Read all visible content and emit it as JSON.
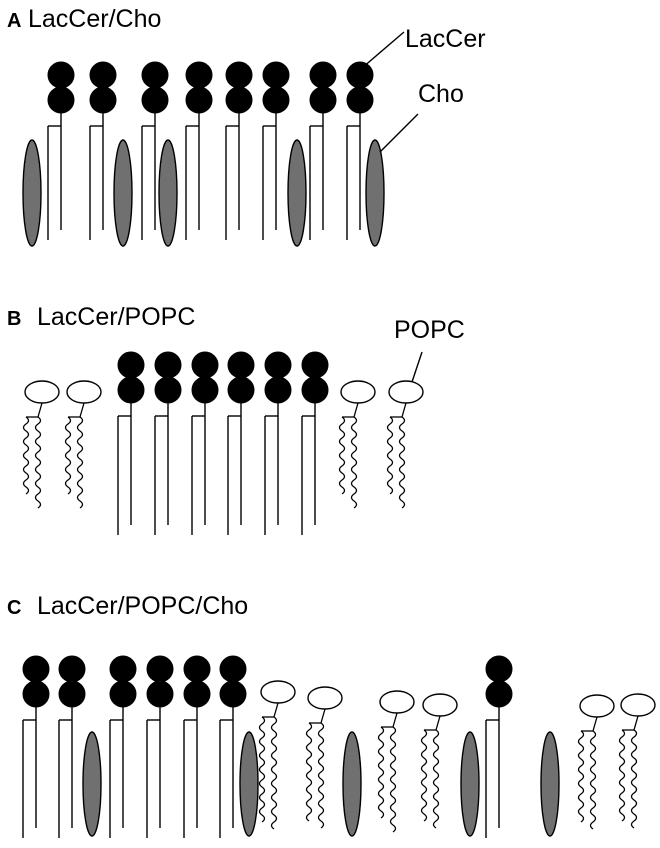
{
  "colors": {
    "lacCerHead": "#000000",
    "cholesterol": "#707070",
    "popcHead": "#ffffff",
    "stroke": "#000000"
  },
  "panels": [
    {
      "letter": "A",
      "title": "LacCer/Cho",
      "components": [
        {
          "type": "cho"
        },
        {
          "type": "laccer"
        },
        {
          "type": "laccer"
        },
        {
          "type": "cho"
        },
        {
          "type": "laccer"
        },
        {
          "type": "cho"
        },
        {
          "type": "laccer"
        },
        {
          "type": "laccer"
        },
        {
          "type": "laccer"
        },
        {
          "type": "cho"
        },
        {
          "type": "laccer"
        },
        {
          "type": "laccer"
        },
        {
          "type": "cho"
        }
      ],
      "callouts": [
        {
          "label": "LacCer",
          "target": "laccer"
        },
        {
          "label": "Cho",
          "target": "cho"
        }
      ]
    },
    {
      "letter": "B",
      "title": "LacCer/POPC",
      "components": [
        {
          "type": "popc"
        },
        {
          "type": "popc"
        },
        {
          "type": "laccer"
        },
        {
          "type": "laccer"
        },
        {
          "type": "laccer"
        },
        {
          "type": "laccer"
        },
        {
          "type": "laccer"
        },
        {
          "type": "laccer"
        },
        {
          "type": "popc"
        },
        {
          "type": "popc"
        }
      ],
      "callouts": [
        {
          "label": "POPC",
          "target": "popc"
        }
      ]
    },
    {
      "letter": "C",
      "title": "LacCer/POPC/Cho",
      "components": [
        {
          "type": "laccer"
        },
        {
          "type": "laccer"
        },
        {
          "type": "cho"
        },
        {
          "type": "laccer"
        },
        {
          "type": "laccer"
        },
        {
          "type": "laccer"
        },
        {
          "type": "laccer"
        },
        {
          "type": "cho"
        },
        {
          "type": "popc"
        },
        {
          "type": "popc"
        },
        {
          "type": "cho"
        },
        {
          "type": "popc"
        },
        {
          "type": "popc"
        },
        {
          "type": "cho"
        },
        {
          "type": "laccer"
        },
        {
          "type": "cho"
        },
        {
          "type": "popc"
        },
        {
          "type": "popc"
        }
      ],
      "callouts": []
    }
  ]
}
